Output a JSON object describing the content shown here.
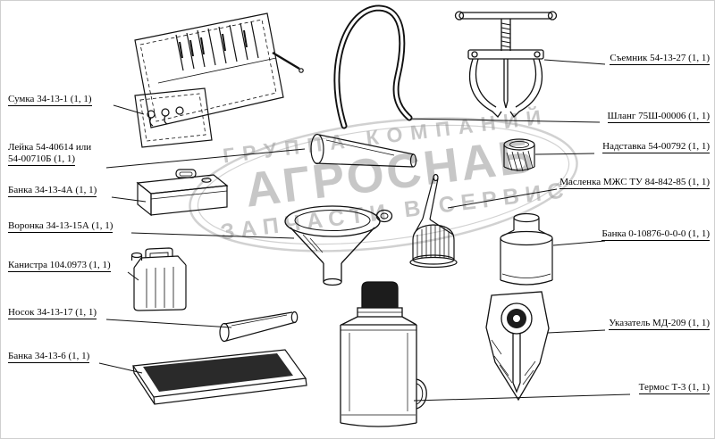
{
  "page": {
    "background": "#ffffff",
    "line_color": "#111111"
  },
  "watermark": {
    "top": "ГРУППА КОМПАНИЙ",
    "middle": "АГРОСНАБ",
    "bottom": "ЗАПЧАСТИ В СЕРВИС",
    "color": "#a6a6a6"
  },
  "labels": {
    "left": [
      {
        "id": "bag",
        "text": "Сумка 34-13-1 (1, 1)"
      },
      {
        "id": "leyka",
        "text": "Лейка 54-40614 или",
        "text2": "54-00710Б (1, 1)"
      },
      {
        "id": "can-34-13-4a",
        "text": "Банка 34-13-4А (1, 1)"
      },
      {
        "id": "funnel",
        "text": "Воронка 34-13-15А (1, 1)"
      },
      {
        "id": "canister",
        "text": "Канистра 104.0973 (1, 1)"
      },
      {
        "id": "spout",
        "text": "Носок 34-13-17 (1, 1)"
      },
      {
        "id": "can-34-13-6",
        "text": "Банка 34-13-6 (1, 1)"
      }
    ],
    "right": [
      {
        "id": "puller",
        "text": "Съемник 54-13-27 (1, 1)"
      },
      {
        "id": "hose",
        "text": "Шланг 75Ш-00006 (1, 1)"
      },
      {
        "id": "extension",
        "text": "Надставка 54-00792 (1, 1)"
      },
      {
        "id": "oiler",
        "text": "Масленка МЖС ТУ 84-842-85 (1, 1)"
      },
      {
        "id": "can-0-10876",
        "text": "Банка 0-10876-0-0-0 (1, 1)"
      },
      {
        "id": "indicator",
        "text": "Указатель МД-209 (1, 1)"
      },
      {
        "id": "thermos",
        "text": "Термос Т-3 (1, 1)"
      }
    ]
  }
}
